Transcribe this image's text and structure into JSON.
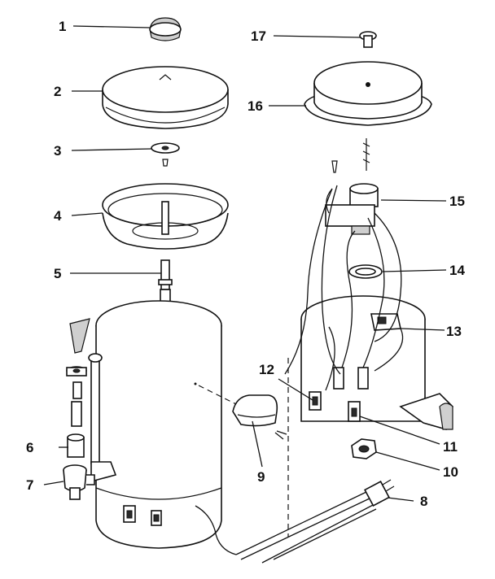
{
  "parts": [
    {
      "num": "1"
    },
    {
      "num": "2"
    },
    {
      "num": "3"
    },
    {
      "num": "4"
    },
    {
      "num": "5"
    },
    {
      "num": "6"
    },
    {
      "num": "7"
    },
    {
      "num": "8"
    },
    {
      "num": "9"
    },
    {
      "num": "10"
    },
    {
      "num": "11"
    },
    {
      "num": "12"
    },
    {
      "num": "13"
    },
    {
      "num": "14"
    },
    {
      "num": "15"
    },
    {
      "num": "16"
    },
    {
      "num": "17"
    }
  ]
}
